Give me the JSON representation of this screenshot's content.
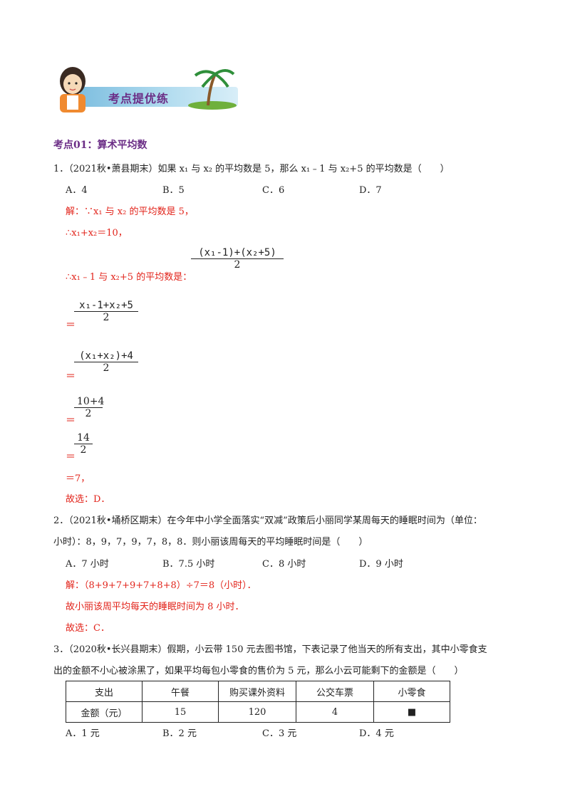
{
  "banner": {
    "title": "考点提优练"
  },
  "section": {
    "title": "考点01：算术平均数"
  },
  "q1": {
    "stem": "1．（2021秋•萧县期末）如果 x₁ 与 x₂ 的平均数是 5，那么 x₁﹣1 与 x₂+5 的平均数是（　　）",
    "options": [
      "A．4",
      "B．5",
      "C．6",
      "D．7"
    ],
    "sol1": "解：∵x₁ 与 x₂ 的平均数是 5，",
    "sol2": "∴x₁+x₂＝10，",
    "sol3": "∴x₁﹣1 与 x₂+5 的平均数是：",
    "frac1_num": "(x₁-1)+(x₂+5)",
    "frac1_den": "2",
    "frac2_num": "x₁-1+x₂+5",
    "frac2_den": "2",
    "frac3_num": "(x₁+x₂)+4",
    "frac3_den": "2",
    "frac4_num": "10+4",
    "frac4_den": "2",
    "frac5_num": "14",
    "frac5_den": "2",
    "eq_sign": "＝",
    "result": "＝7，",
    "answer": "故选：D．"
  },
  "q2": {
    "stem1": "2．（2021秋•埇桥区期末）在今年中小学全面落实“双减”政策后小丽同学某周每天的睡眠时间为（单位：",
    "stem2": "小时）：8，9，7，9，7，8，8．则小丽该周每天的平均睡眠时间是（　　）",
    "options": [
      "A．7 小时",
      "B．7.5 小时",
      "C．8 小时",
      "D．9 小时"
    ],
    "sol1": "解：（8+9+7+9+7+8+8）÷7＝8（小时）．",
    "sol2": "故小丽该周平均每天的睡眠时间为 8 小时．",
    "answer": "故选：C．"
  },
  "q3": {
    "stem1": "3．（2020秋•长兴县期末）假期，小云带 150 元去图书馆，下表记录了他当天的所有支出，其中小零食支",
    "stem2": "出的金额不小心被涂黑了，如果平均每包小零食的售价为 5 元，那么小云可能剩下的金额是（　　）",
    "table": {
      "headers": [
        "支出",
        "午餐",
        "购买课外资料",
        "公交车票",
        "小零食"
      ],
      "row": [
        "金额（元）",
        "15",
        "120",
        "4",
        "■"
      ]
    },
    "options": [
      "A．1 元",
      "B．2 元",
      "C．3 元",
      "D．4 元"
    ]
  }
}
